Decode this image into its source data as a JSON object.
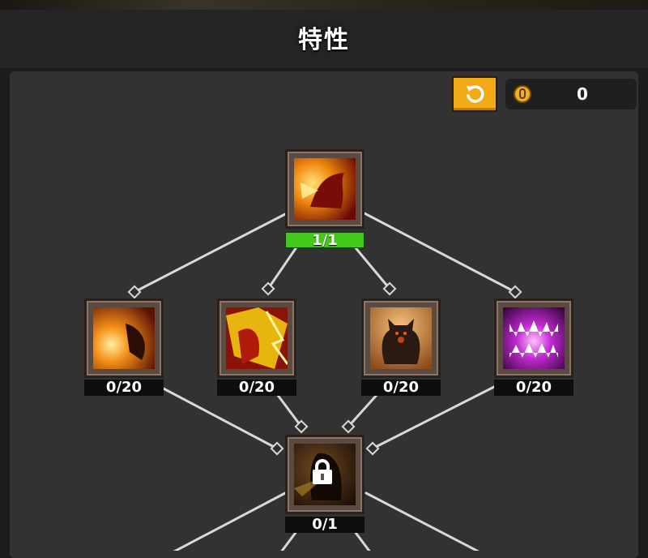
{
  "header": {
    "title": "特性"
  },
  "toolbar": {
    "points_value": "0"
  },
  "tree": {
    "root": {
      "label": "1/1",
      "maxed": true
    },
    "tier1": [
      {
        "label": "0/20"
      },
      {
        "label": "0/20"
      },
      {
        "label": "0/20"
      },
      {
        "label": "0/20"
      }
    ],
    "tier2": {
      "label": "0/1",
      "locked": true
    }
  },
  "colors": {
    "panel": "#323232",
    "reset_button": "#f2aa16",
    "progress_full": "#43c91a"
  },
  "icons": [
    "reset-icon",
    "coin-icon",
    "lock-icon"
  ]
}
